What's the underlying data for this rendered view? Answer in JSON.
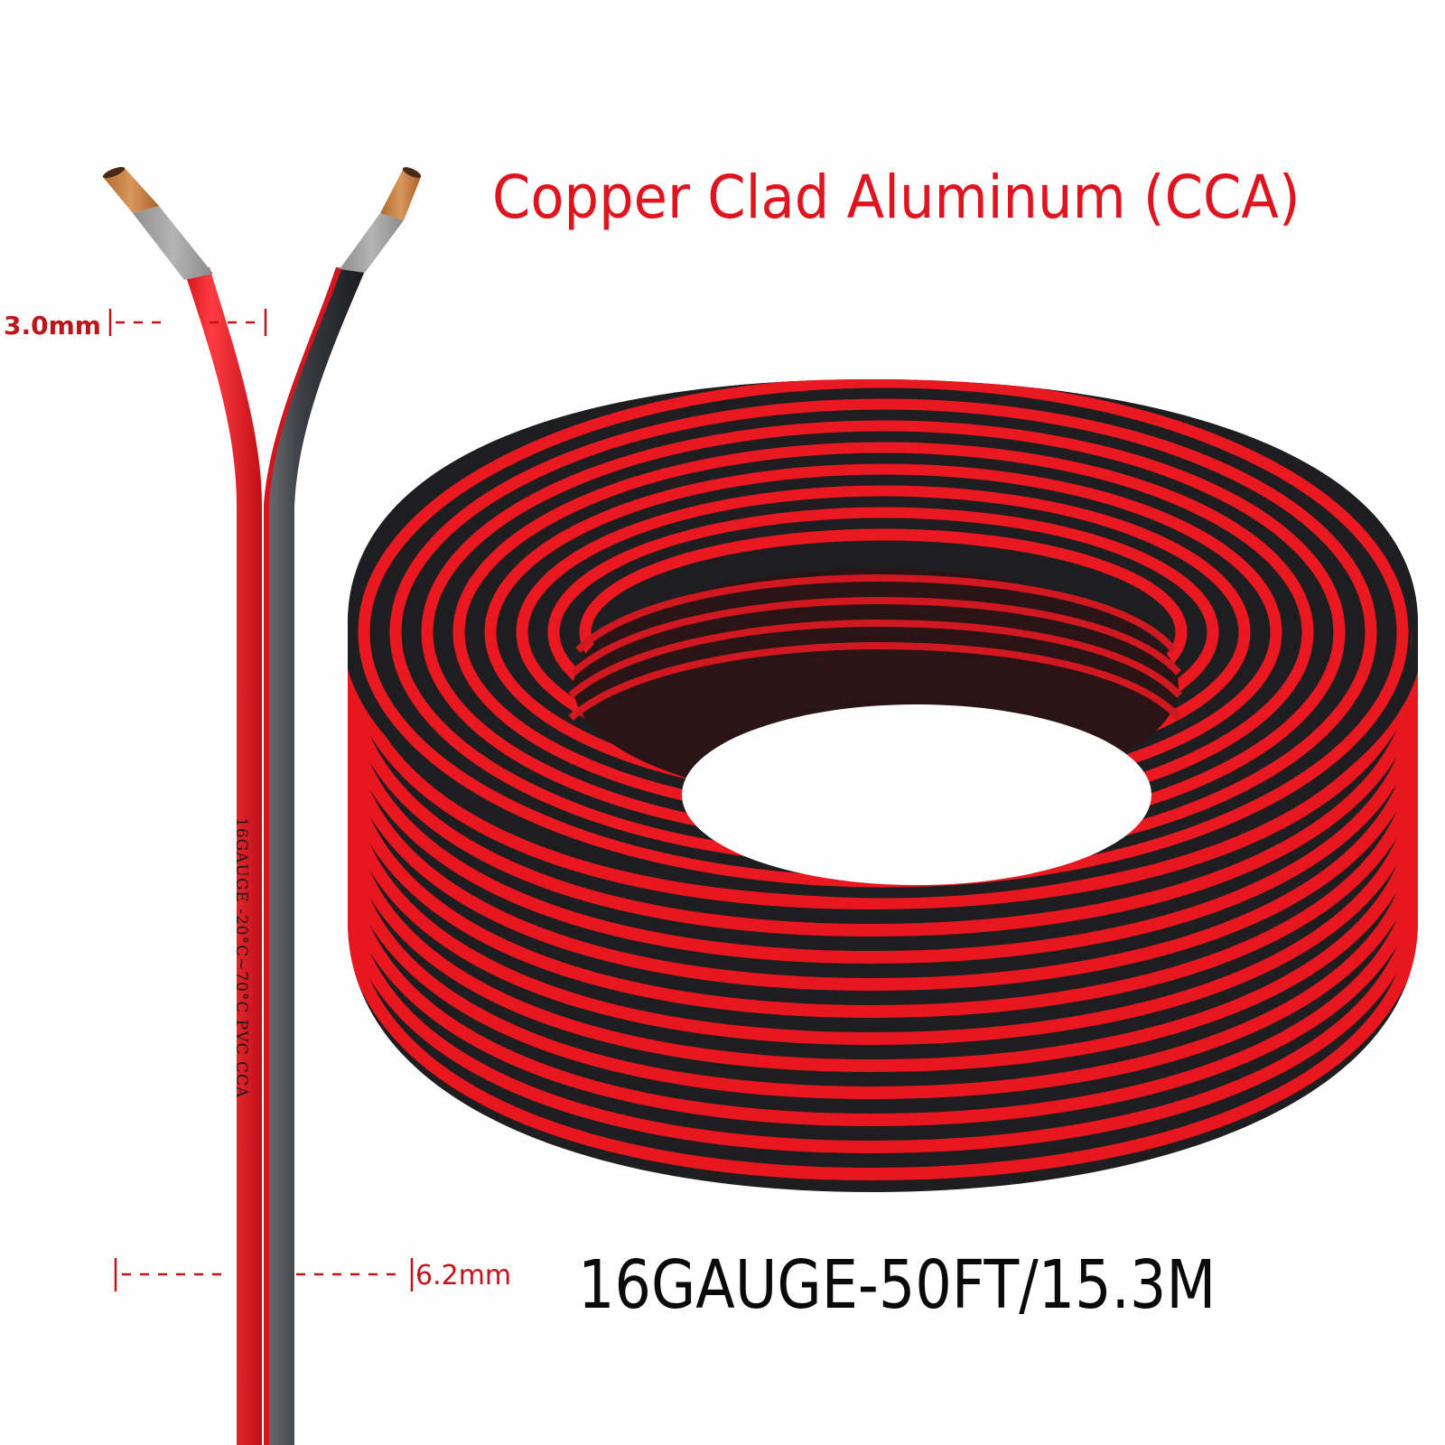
{
  "product": {
    "headline": "Copper Clad Aluminum (CCA)",
    "spec_label": "16GAUGE-50FT/15.3M",
    "gauge": "16GAUGE",
    "length_ft": "50FT",
    "length_m": "15.3M"
  },
  "dimensions": {
    "single_conductor_width": "3.0mm",
    "pair_width": "6.2mm"
  },
  "wire_printing": "16GAUGE  -20°C~70°C  PVC  CCA",
  "colors": {
    "headline": "#e0141e",
    "dimension_marks": "#c0141b",
    "wire_red": "#ee1c25",
    "wire_black": "#1e1e20",
    "copper_tip": "#c8844a",
    "stripped_insulation": "#a0a0a0",
    "background": "#fefefe"
  },
  "image_subjects": [
    "coiled red-black speaker wire",
    "split red-black wire pair with stripped copper ends",
    "dimension callouts"
  ]
}
